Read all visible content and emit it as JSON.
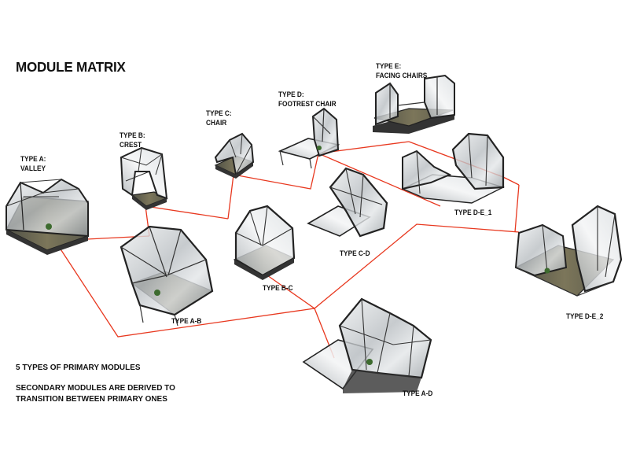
{
  "title": "MODULE MATRIX",
  "modules": {
    "type_a": {
      "line1": "TYPE A:",
      "line2": "VALLEY"
    },
    "type_b": {
      "line1": "TYPE B:",
      "line2": "CREST"
    },
    "type_c": {
      "line1": "TYPE C:",
      "line2": "CHAIR"
    },
    "type_d": {
      "line1": "TYPE D:",
      "line2": "FOOTREST CHAIR"
    },
    "type_e": {
      "line1": "TYPE E:",
      "line2": "FACING CHAIRS"
    },
    "type_ab": "TYPE A-B",
    "type_bc": "TYPE B-C",
    "type_cd": "TYPE C-D",
    "type_de1": "TYPE D-E_1",
    "type_de2": "TYPE D-E_2",
    "type_ad": "TYPE A-D"
  },
  "notes": {
    "primary": "5 TYPES OF PRIMARY MODULES",
    "secondary_line1": "SECONDARY MODULES ARE DERIVED TO",
    "secondary_line2": "TRANSITION BETWEEN PRIMARY ONES"
  },
  "colors": {
    "connector": "#e8381f",
    "frame": "#2b2b2b",
    "glass": "#c9ced2",
    "ground": "#6e6a52"
  }
}
